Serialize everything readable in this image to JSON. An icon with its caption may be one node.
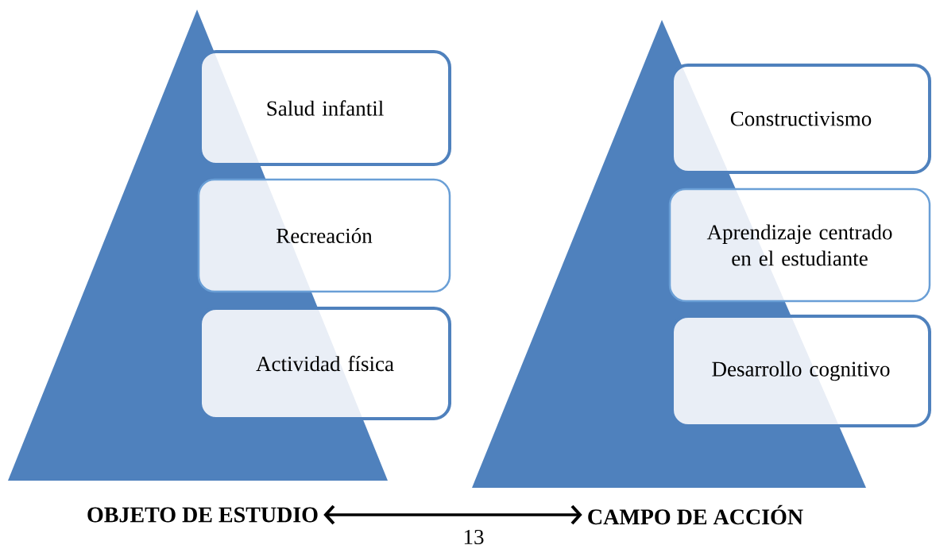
{
  "diagram": {
    "nodes": [
      {
        "text": [],
        "shape": "triangle"
      },
      {
        "text": [
          "Salud infantil"
        ]
      },
      {
        "text": [
          "Recreación"
        ]
      },
      {
        "text": [
          "Actividad física"
        ]
      },
      {
        "text": [
          "OBJETO DE ESTUDIO"
        ]
      },
      {
        "text": [],
        "shape": "triangle"
      },
      {
        "text": [
          "Constructivismo"
        ]
      },
      {
        "text": [
          "Aprendizaje centrado en el estudiante"
        ]
      },
      {
        "text": [
          "Desarrollo cognitivo"
        ]
      },
      {
        "text": [
          "CAMPO DE ACCIÓN"
        ]
      }
    ],
    "edges": [
      {
        "from": 4,
        "to": 9,
        "arrow": "both"
      }
    ],
    "labels": [
      "13"
    ]
  }
}
